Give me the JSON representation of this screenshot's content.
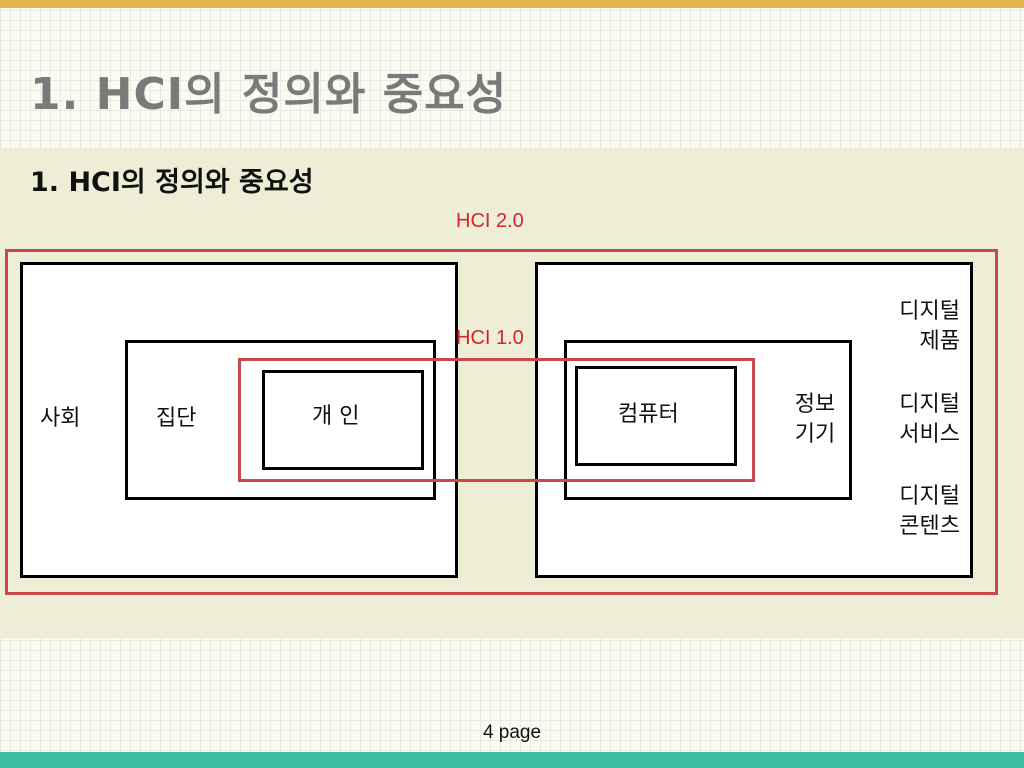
{
  "slide": {
    "title": "1. HCI의 정의와 중요성",
    "heading": "1. HCI의 정의와 중요성",
    "page_number": "4 page"
  },
  "diagram": {
    "hci2_label": "HCI 2.0",
    "hci1_label": "HCI 1.0",
    "human_side": {
      "society": "사회",
      "group": "집단",
      "individual": "개 인"
    },
    "device_side": {
      "computer": "컴퓨터",
      "info_device": [
        "정보",
        "기기"
      ],
      "digital_product": [
        "디지털",
        "제품"
      ],
      "digital_service": [
        "디지털",
        "서비스"
      ],
      "digital_content": [
        "디지털",
        "콘텐츠"
      ]
    }
  },
  "colors": {
    "top_bar": "#e2b84e",
    "bottom_bar": "#3bbfa5",
    "accent_red": "#d8232a",
    "band": "#eeeed6"
  }
}
